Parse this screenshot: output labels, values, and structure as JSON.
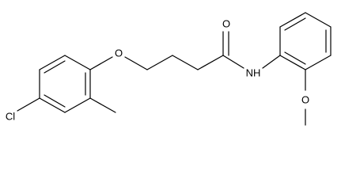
{
  "molecule": {
    "atoms": {
      "cl": "Cl",
      "o_ether": "O",
      "o_carbonyl": "O",
      "nh": "NH",
      "o_methoxy": "O"
    }
  }
}
